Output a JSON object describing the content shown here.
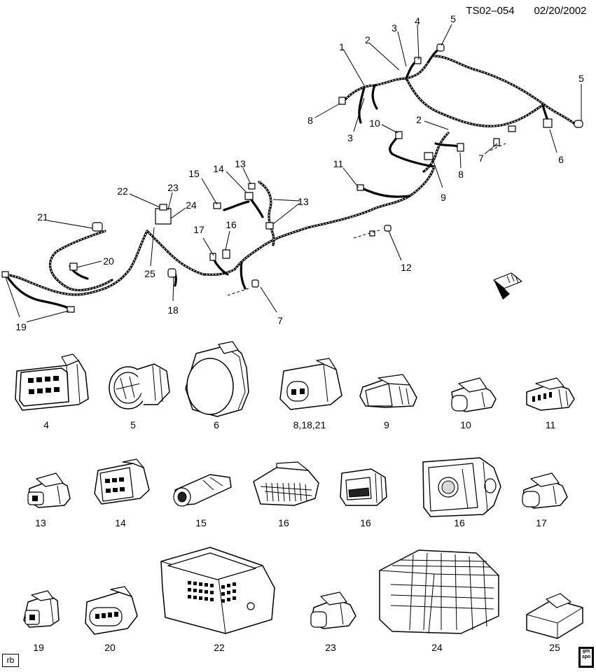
{
  "header": {
    "code": "TS02–054",
    "date": "02/20/2002"
  },
  "callouts": [
    "1",
    "2",
    "3",
    "4",
    "5",
    "5",
    "8",
    "3",
    "2",
    "10",
    "6",
    "7",
    "8",
    "9",
    "11",
    "13",
    "14",
    "13",
    "15",
    "22",
    "23",
    "24",
    "21",
    "17",
    "16",
    "20",
    "25",
    "12",
    "18",
    "7",
    "19"
  ],
  "connectors": [
    {
      "id": "4",
      "label": "4"
    },
    {
      "id": "5",
      "label": "5"
    },
    {
      "id": "6",
      "label": "6"
    },
    {
      "id": "8-18-21",
      "label": "8,18,21"
    },
    {
      "id": "9",
      "label": "9"
    },
    {
      "id": "10",
      "label": "10"
    },
    {
      "id": "11",
      "label": "11"
    },
    {
      "id": "13",
      "label": "13"
    },
    {
      "id": "14",
      "label": "14"
    },
    {
      "id": "15",
      "label": "15"
    },
    {
      "id": "16a",
      "label": "16"
    },
    {
      "id": "16b",
      "label": "16"
    },
    {
      "id": "16c",
      "label": "16"
    },
    {
      "id": "17",
      "label": "17"
    },
    {
      "id": "19",
      "label": "19"
    },
    {
      "id": "20",
      "label": "20"
    },
    {
      "id": "22",
      "label": "22"
    },
    {
      "id": "23",
      "label": "23"
    },
    {
      "id": "24",
      "label": "24"
    },
    {
      "id": "25",
      "label": "25"
    }
  ],
  "footer": {
    "initials": "rb",
    "logo_top": "gm",
    "logo_bottom": "spo"
  }
}
